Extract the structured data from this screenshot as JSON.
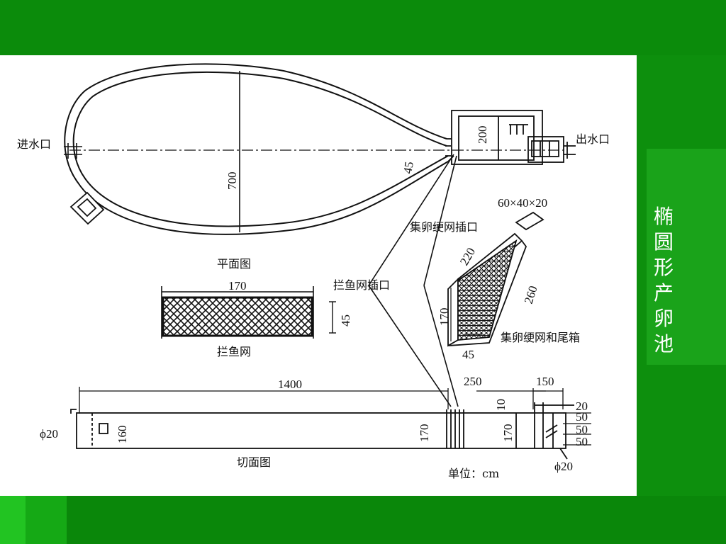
{
  "side_title": {
    "chars": [
      "椭",
      "圆",
      "形",
      "产",
      "卵",
      "池"
    ]
  },
  "labels": {
    "inlet": "进水口",
    "outlet": "出水口",
    "plan_view": "平面图",
    "fish_net": "拦鱼网",
    "net_slot": "拦鱼网插口",
    "egg_net_slot": "集卵绠网插口",
    "egg_net_box": "集卵绠网和尾箱",
    "section_view": "切面图",
    "unit": "单位：cm"
  },
  "dims": {
    "d700": "700",
    "d200": "200",
    "d45": "45",
    "d170_net": "170",
    "d45_net": "45",
    "box_dims": "60×40×20",
    "d220": "220",
    "d260": "260",
    "d170_box": "170",
    "d45_box": "45",
    "d1400": "1400",
    "d250": "250",
    "d150": "150",
    "d10": "10",
    "d20": "20",
    "d50a": "50",
    "d50b": "50",
    "d50c": "50",
    "phi20_left": "ϕ20",
    "phi20_right": "ϕ20",
    "d160": "160",
    "d170_sec1": "170",
    "d170_sec2": "170"
  },
  "colors": {
    "slide_bg": "#0a8a0a",
    "panel_bg": "#ffffff",
    "ink": "#111111",
    "title_text": "#ffffff"
  }
}
